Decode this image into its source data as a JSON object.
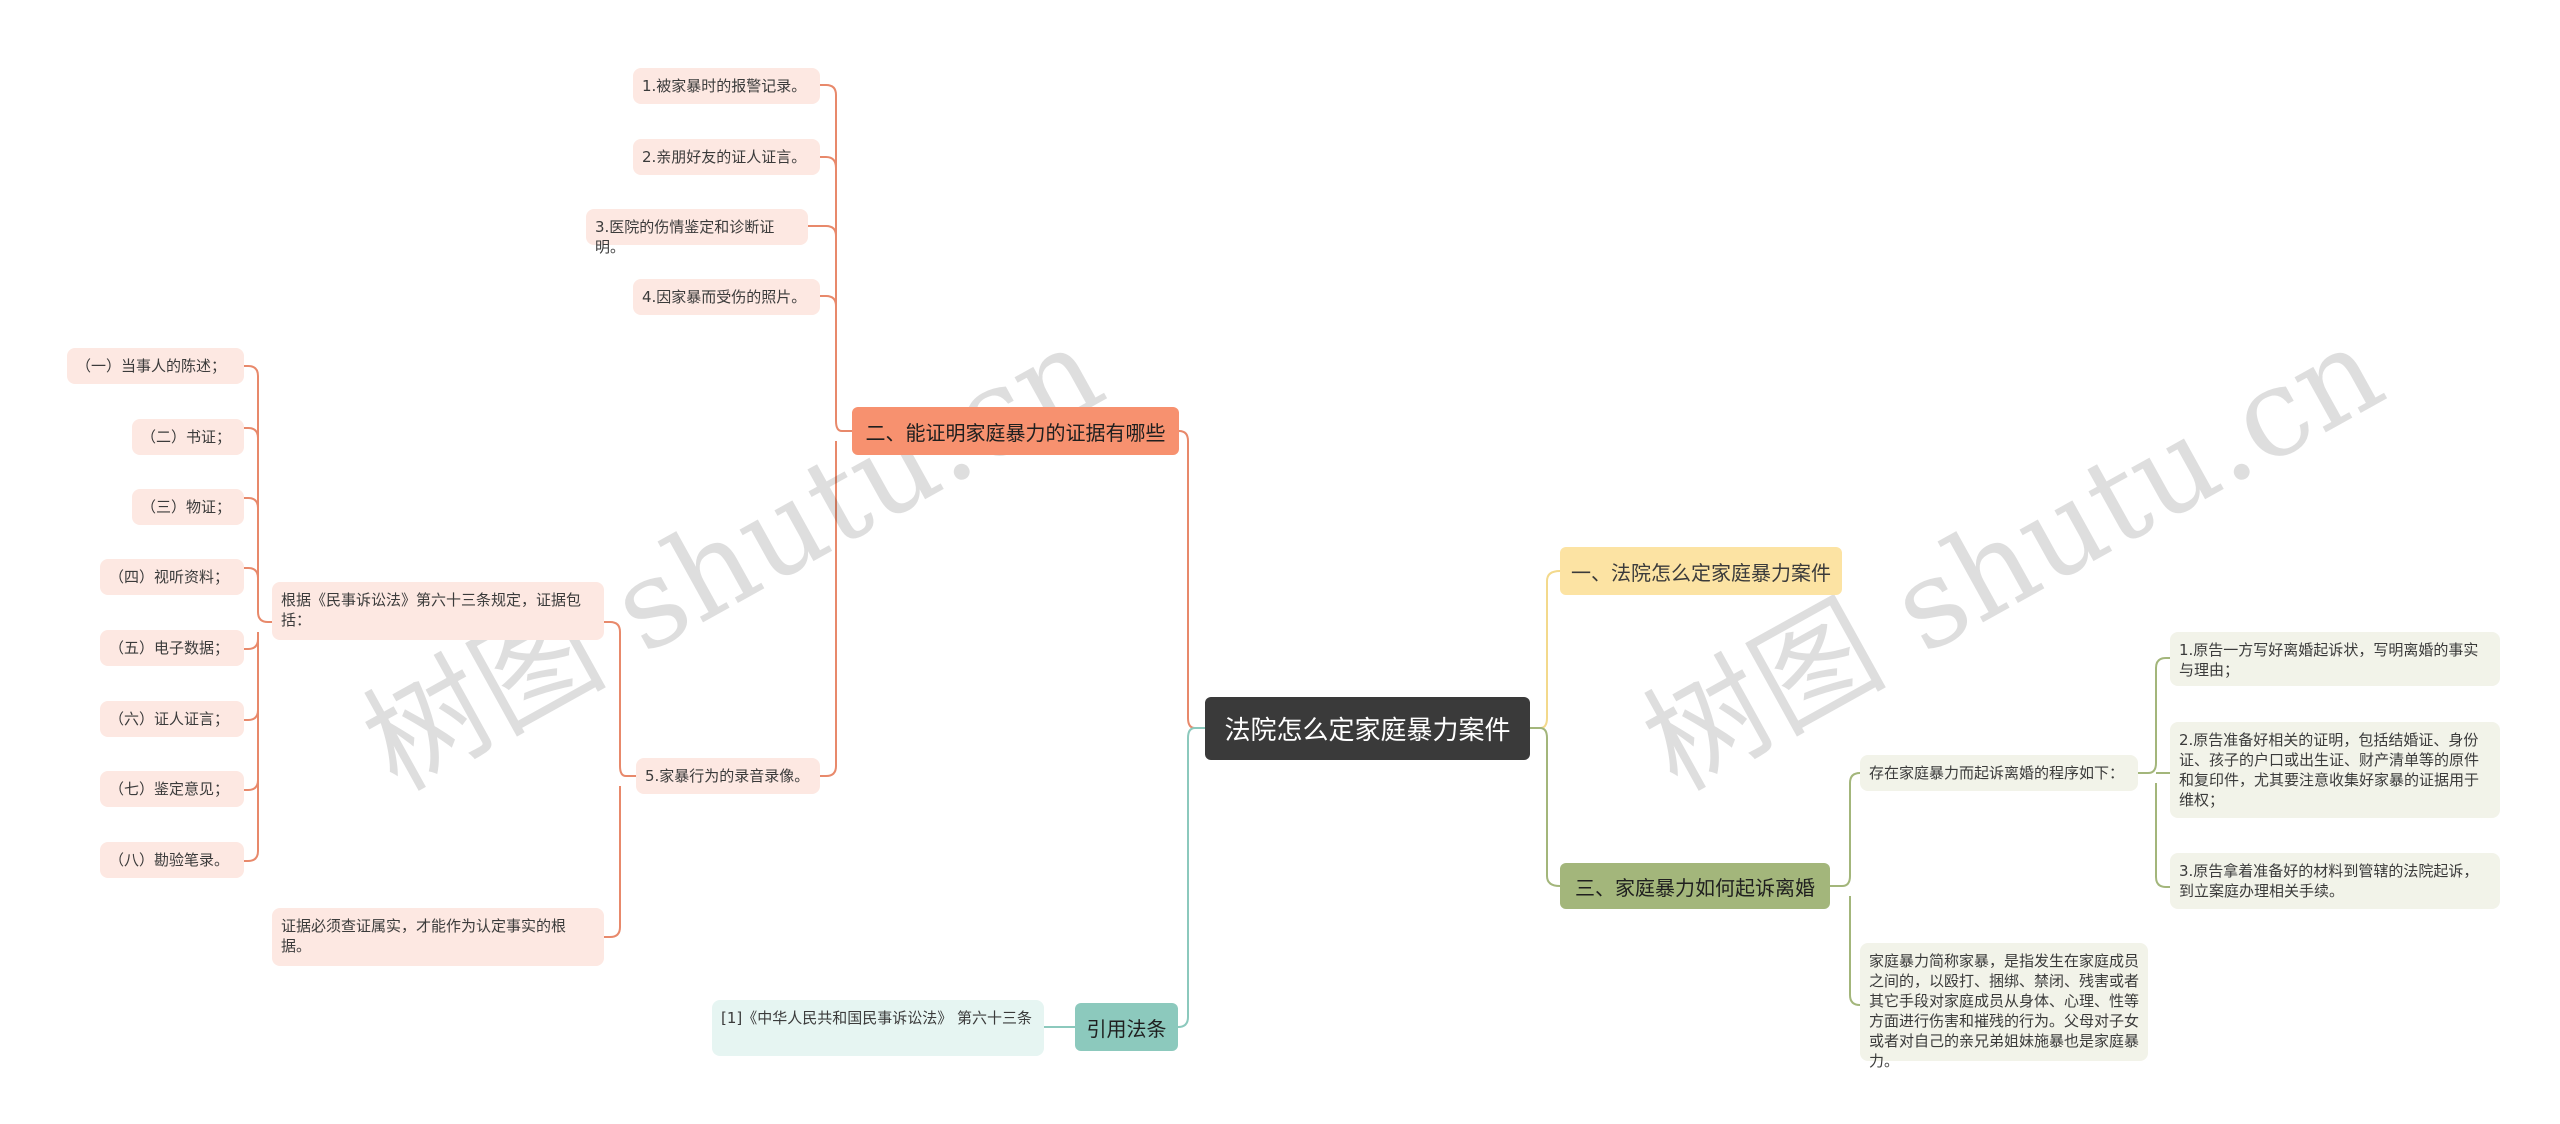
{
  "root": {
    "label": "法院怎么定家庭暴力案件"
  },
  "branches": {
    "evidence": {
      "label": "二、能证明家庭暴力的证据有哪些",
      "items": [
        "1.被家暴时的报警记录。",
        "2.亲朋好友的证人证言。",
        "3.医院的伤情鉴定和诊断证明。",
        "4.因家暴而受伤的照片。",
        "5.家暴行为的录音录像。"
      ],
      "law": {
        "label": "根据《民事诉讼法》第六十三条规定，证据包括：",
        "types": [
          "（一）当事人的陈述；",
          "（二）书证；",
          "（三）物证；",
          "（四）视听资料；",
          "（五）电子数据；",
          "（六）证人证言；",
          "（七）鉴定意见；",
          "（八）勘验笔录。"
        ]
      },
      "verify": "证据必须查证属实，才能作为认定事实的根据。"
    },
    "court": {
      "label": "一、法院怎么定家庭暴力案件"
    },
    "divorce": {
      "label": "三、家庭暴力如何起诉离婚",
      "procedure": {
        "label": "存在家庭暴力而起诉离婚的程序如下：",
        "steps": [
          "1.原告一方写好离婚起诉状，写明离婚的事实与理由；",
          "2.原告准备好相关的证明，包括结婚证、身份证、孩子的户口或出生证、财产清单等的原件和复印件，尤其要注意收集好家暴的证据用于维权；",
          "3.原告拿着准备好的材料到管辖的法院起诉，到立案庭办理相关手续。"
        ]
      },
      "definition": "家庭暴力简称家暴，是指发生在家庭成员之间的，以殴打、捆绑、禁闭、残害或者其它手段对家庭成员从身体、心理、性等方面进行伤害和摧残的行为。父母对子女或者对自己的亲兄弟姐妹施暴也是家庭暴力。"
    },
    "reference": {
      "label": "引用法条",
      "items": [
        "[1]《中华人民共和国民事诉讼法》 第六十三条"
      ]
    }
  },
  "watermarks": [
    "树图 shutu.cn",
    "树图 shutu.cn"
  ],
  "colors": {
    "root": "#3a3a3a",
    "evidence": "#f7916f",
    "evidence_line": "#e8896b",
    "court": "#fce3a3",
    "court_line": "#f3d98c",
    "divorce": "#a3b67b",
    "divorce_line": "#a3b67b",
    "reference": "#8cc9bd",
    "reference_line": "#8cc9bd"
  }
}
